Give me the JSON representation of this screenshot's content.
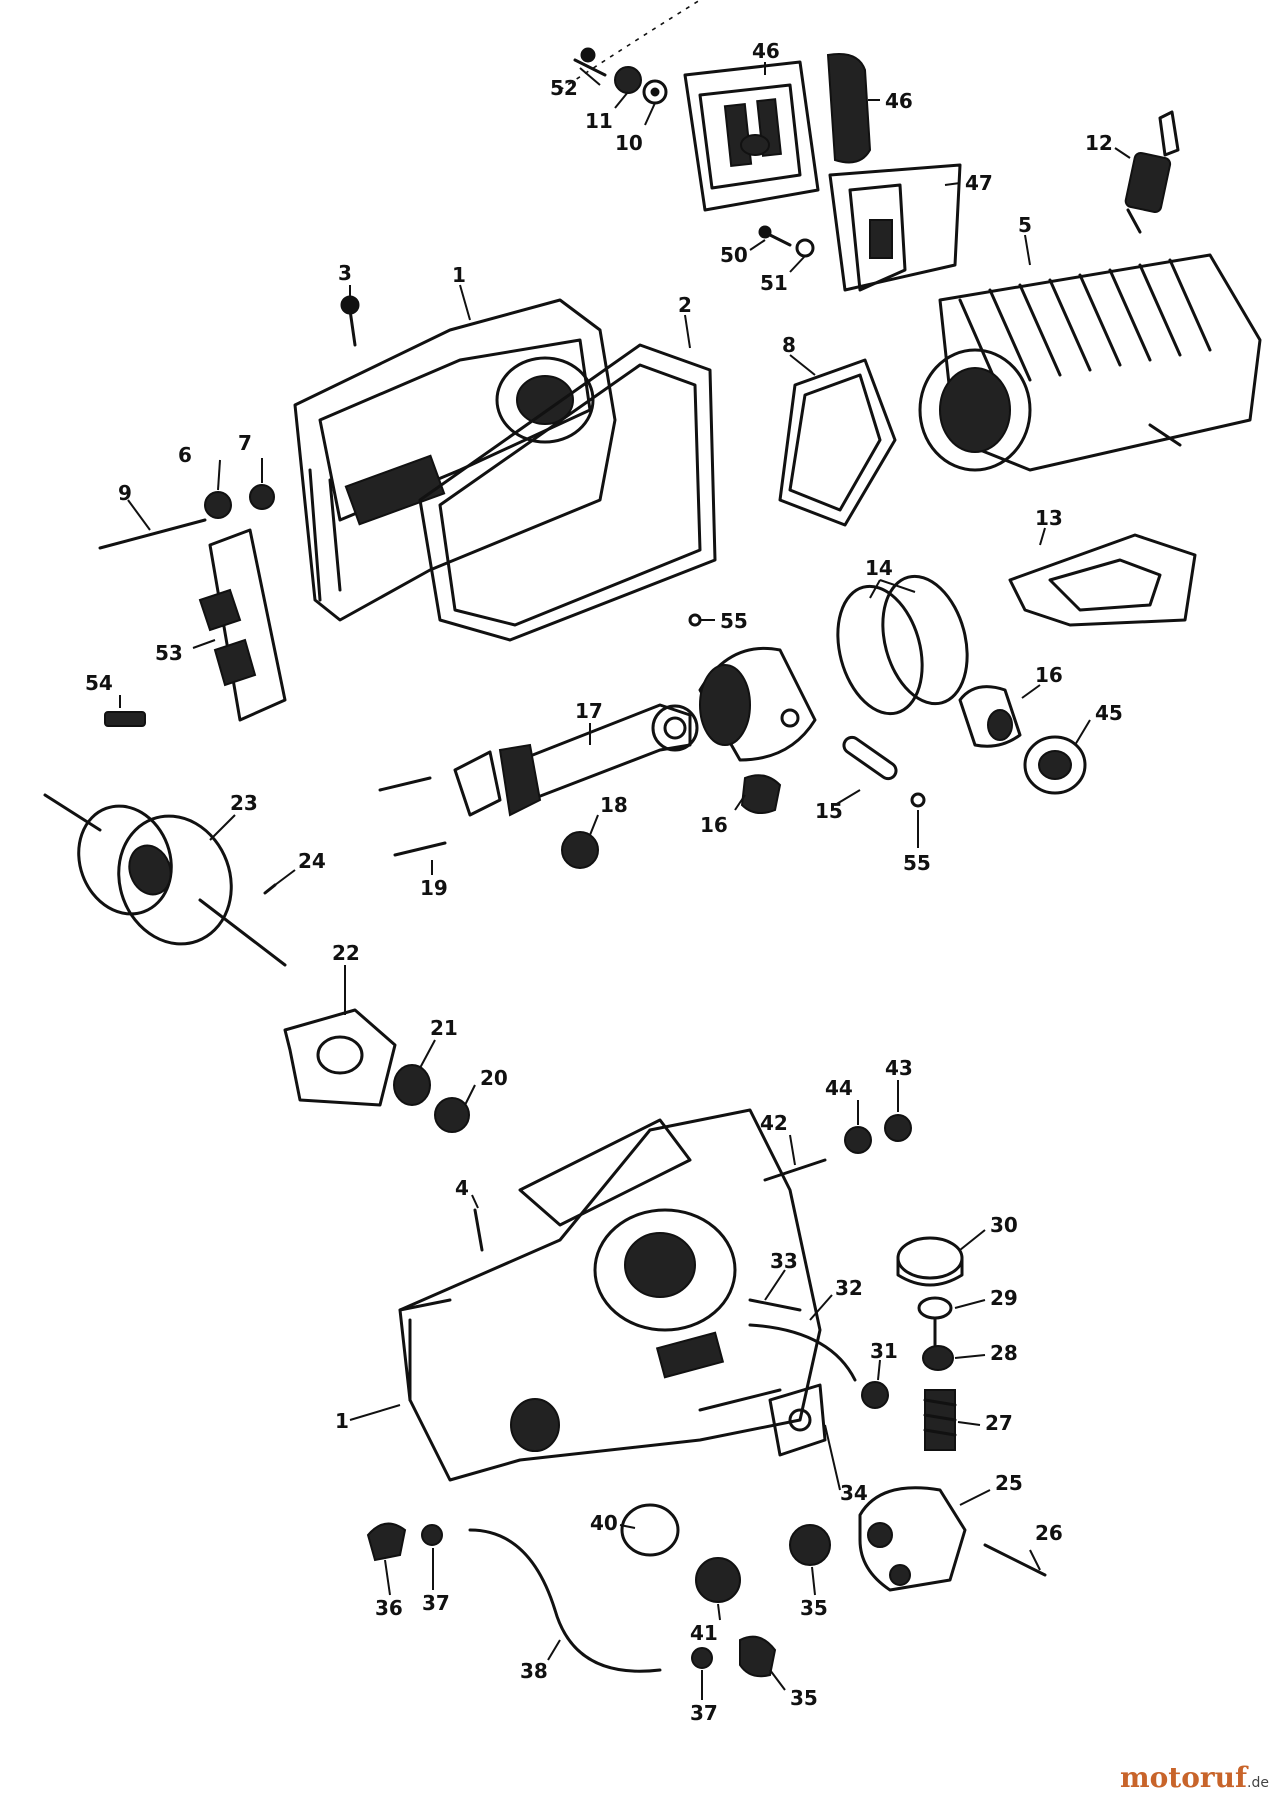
{
  "diagram": {
    "callouts": [
      {
        "id": "lbl-52",
        "text": "52"
      },
      {
        "id": "lbl-11",
        "text": "11"
      },
      {
        "id": "lbl-10",
        "text": "10"
      },
      {
        "id": "lbl-46a",
        "text": "46"
      },
      {
        "id": "lbl-46b",
        "text": "46"
      },
      {
        "id": "lbl-12",
        "text": "12"
      },
      {
        "id": "lbl-47",
        "text": "47"
      },
      {
        "id": "lbl-50",
        "text": "50"
      },
      {
        "id": "lbl-51",
        "text": "51"
      },
      {
        "id": "lbl-5",
        "text": "5"
      },
      {
        "id": "lbl-3",
        "text": "3"
      },
      {
        "id": "lbl-1a",
        "text": "1"
      },
      {
        "id": "lbl-2",
        "text": "2"
      },
      {
        "id": "lbl-8",
        "text": "8"
      },
      {
        "id": "lbl-6",
        "text": "6"
      },
      {
        "id": "lbl-7",
        "text": "7"
      },
      {
        "id": "lbl-9",
        "text": "9"
      },
      {
        "id": "lbl-13",
        "text": "13"
      },
      {
        "id": "lbl-14",
        "text": "14"
      },
      {
        "id": "lbl-55a",
        "text": "55"
      },
      {
        "id": "lbl-53",
        "text": "53"
      },
      {
        "id": "lbl-54",
        "text": "54"
      },
      {
        "id": "lbl-17",
        "text": "17"
      },
      {
        "id": "lbl-16a",
        "text": "16"
      },
      {
        "id": "lbl-45",
        "text": "45"
      },
      {
        "id": "lbl-23",
        "text": "23"
      },
      {
        "id": "lbl-24",
        "text": "24"
      },
      {
        "id": "lbl-18",
        "text": "18"
      },
      {
        "id": "lbl-16b",
        "text": "16"
      },
      {
        "id": "lbl-15",
        "text": "15"
      },
      {
        "id": "lbl-19",
        "text": "19"
      },
      {
        "id": "lbl-55b",
        "text": "55"
      },
      {
        "id": "lbl-22",
        "text": "22"
      },
      {
        "id": "lbl-21",
        "text": "21"
      },
      {
        "id": "lbl-20",
        "text": "20"
      },
      {
        "id": "lbl-43",
        "text": "43"
      },
      {
        "id": "lbl-44",
        "text": "44"
      },
      {
        "id": "lbl-42",
        "text": "42"
      },
      {
        "id": "lbl-4",
        "text": "4"
      },
      {
        "id": "lbl-30",
        "text": "30"
      },
      {
        "id": "lbl-33",
        "text": "33"
      },
      {
        "id": "lbl-32",
        "text": "32"
      },
      {
        "id": "lbl-29",
        "text": "29"
      },
      {
        "id": "lbl-28",
        "text": "28"
      },
      {
        "id": "lbl-31",
        "text": "31"
      },
      {
        "id": "lbl-27",
        "text": "27"
      },
      {
        "id": "lbl-1b",
        "text": "1"
      },
      {
        "id": "lbl-34",
        "text": "34"
      },
      {
        "id": "lbl-25",
        "text": "25"
      },
      {
        "id": "lbl-26",
        "text": "26"
      },
      {
        "id": "lbl-40",
        "text": "40"
      },
      {
        "id": "lbl-36a",
        "text": "36"
      },
      {
        "id": "lbl-37a",
        "text": "37"
      },
      {
        "id": "lbl-41",
        "text": "41"
      },
      {
        "id": "lbl-35a",
        "text": "35"
      },
      {
        "id": "lbl-38",
        "text": "38"
      },
      {
        "id": "lbl-37b",
        "text": "37"
      },
      {
        "id": "lbl-35b",
        "text": "35"
      }
    ]
  },
  "watermark": {
    "name": "motoruf",
    "suffix": ".de"
  }
}
